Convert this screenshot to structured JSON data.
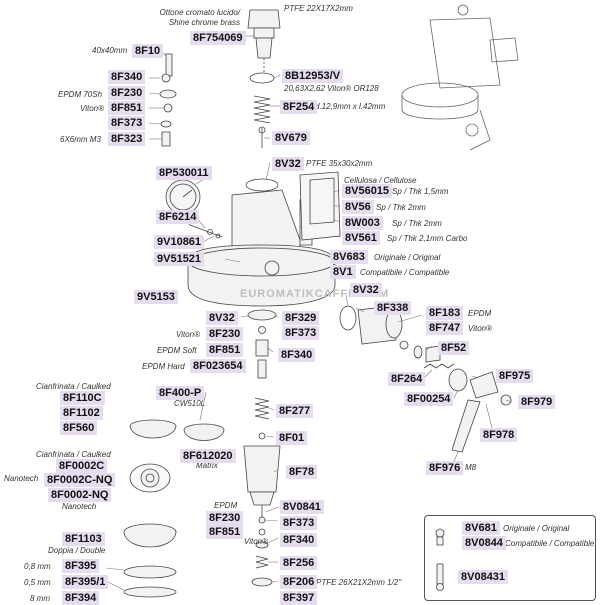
{
  "watermark": "EUROMATIKCAFFE.COM",
  "labels": {
    "chrome_1": "Ottone cromato lucido/",
    "chrome_2": "Shine chrome brass",
    "ptfe_top": "PTFE 22X17X2mm",
    "dim_40": "40x40mm",
    "epdm70": "EPDM 70Sh",
    "viton_a": "Viton®",
    "m3": "6X6mm M3",
    "or128": "20,63X2,62 Viton® OR128",
    "dim_spring": "d.12,9mm x l.42mm",
    "ptfe35": "PTFE 35x30x2mm",
    "cellulosa": "Cellulosa / Cellulose",
    "sp15": "Sp / Thk 1,5mm",
    "sp2a": "Sp / Thk 2mm",
    "sp2b": "Sp / Thk 2mm",
    "sp21": "Sp / Thk 2,1mm Carbo",
    "originale": "Originale / Original",
    "compatibile": "Compatibile / Compatible",
    "epdm_r": "EPDM",
    "viton_r": "Viton®",
    "viton_l": "Viton®",
    "epdm_soft": "EPDM Soft",
    "epdm_hard": "EPDM Hard",
    "cw": "CW510L",
    "cian1": "Cianfrinata / Caulked",
    "cian2": "Cianfrinata / Caulked",
    "nanotech1": "Nanotech",
    "nanotech2": "Nanotech",
    "matrix": "Matrix",
    "m8": "M8",
    "epdm_b": "EPDM",
    "viton_b": "Viton®",
    "doppia": "Doppia / Double",
    "mm08": "0,8 mm",
    "mm05": "0,5 mm",
    "mm8": "8 mm",
    "ptfe26": "PTFE 26X21X2mm 1/2\"",
    "leg_orig": "Originale / Original",
    "leg_comp": "Compatibile / Compatible"
  },
  "codes": {
    "c8F754069": "8F754069",
    "c8F10": "8F10",
    "c8F340a": "8F340",
    "c8F230a": "8F230",
    "c8F851a": "8F851",
    "c8F373a": "8F373",
    "c8F323": "8F323",
    "c8B12953V": "8B12953/V",
    "c8F254": "8F254",
    "c8V679": "8V679",
    "c8V32a": "8V32",
    "c8P530011": "8P530011",
    "c8F6214": "8F6214",
    "c9V10861": "9V10861",
    "c9V51521": "9V51521",
    "c9V5153": "9V5153",
    "c8V56015": "8V56015",
    "c8V56": "8V56",
    "c8W003": "8W003",
    "c8V561": "8V561",
    "c8V683": "8V683",
    "c8V1": "8V1",
    "c8V32b": "8V32",
    "c8F338": "8F338",
    "c8F183": "8F183",
    "c8F747": "8F747",
    "c8V32c": "8V32",
    "c8F329": "8F329",
    "c8F230b": "8F230",
    "c8F373b": "8F373",
    "c8F851b": "8F851",
    "c8F340b": "8F340",
    "c8F023654": "8F023654",
    "c8F52": "8F52",
    "c8F264": "8F264",
    "c8F975": "8F975",
    "c8F00254": "8F00254",
    "c8F979": "8F979",
    "c8F978": "8F978",
    "c8F400P": "8F400-P",
    "c8F110C": "8F110C",
    "c8F1102": "8F1102",
    "c8F560": "8F560",
    "c8F277": "8F277",
    "c8F01": "8F01",
    "c8F612020": "8F612020",
    "c8F78": "8F78",
    "c8F976": "8F976",
    "c8F0002C": "8F0002C",
    "c8F0002CNQ": "8F0002C-NQ",
    "c8F0002NQ": "8F0002-NQ",
    "c8V0841": "8V0841",
    "c8F230c": "8F230",
    "c8F373c": "8F373",
    "c8F851c": "8F851",
    "c8F340c": "8F340",
    "c8F1103": "8F1103",
    "c8F256": "8F256",
    "c8F395": "8F395",
    "c8F3951": "8F395/1",
    "c8F394": "8F394",
    "c8F206": "8F206",
    "c8F397": "8F397",
    "c8V681": "8V681",
    "c8V0844": "8V0844",
    "c8V08431": "8V08431"
  },
  "colors": {
    "label_bg": "#e6dcef",
    "line": "#444444",
    "part_fill": "#f2f2f2"
  },
  "icons": [
    "pressure-gauge-icon",
    "lever-handle-icon",
    "spring-icon",
    "o-ring-icon",
    "filter-basket-icon",
    "shower-screen-icon"
  ]
}
